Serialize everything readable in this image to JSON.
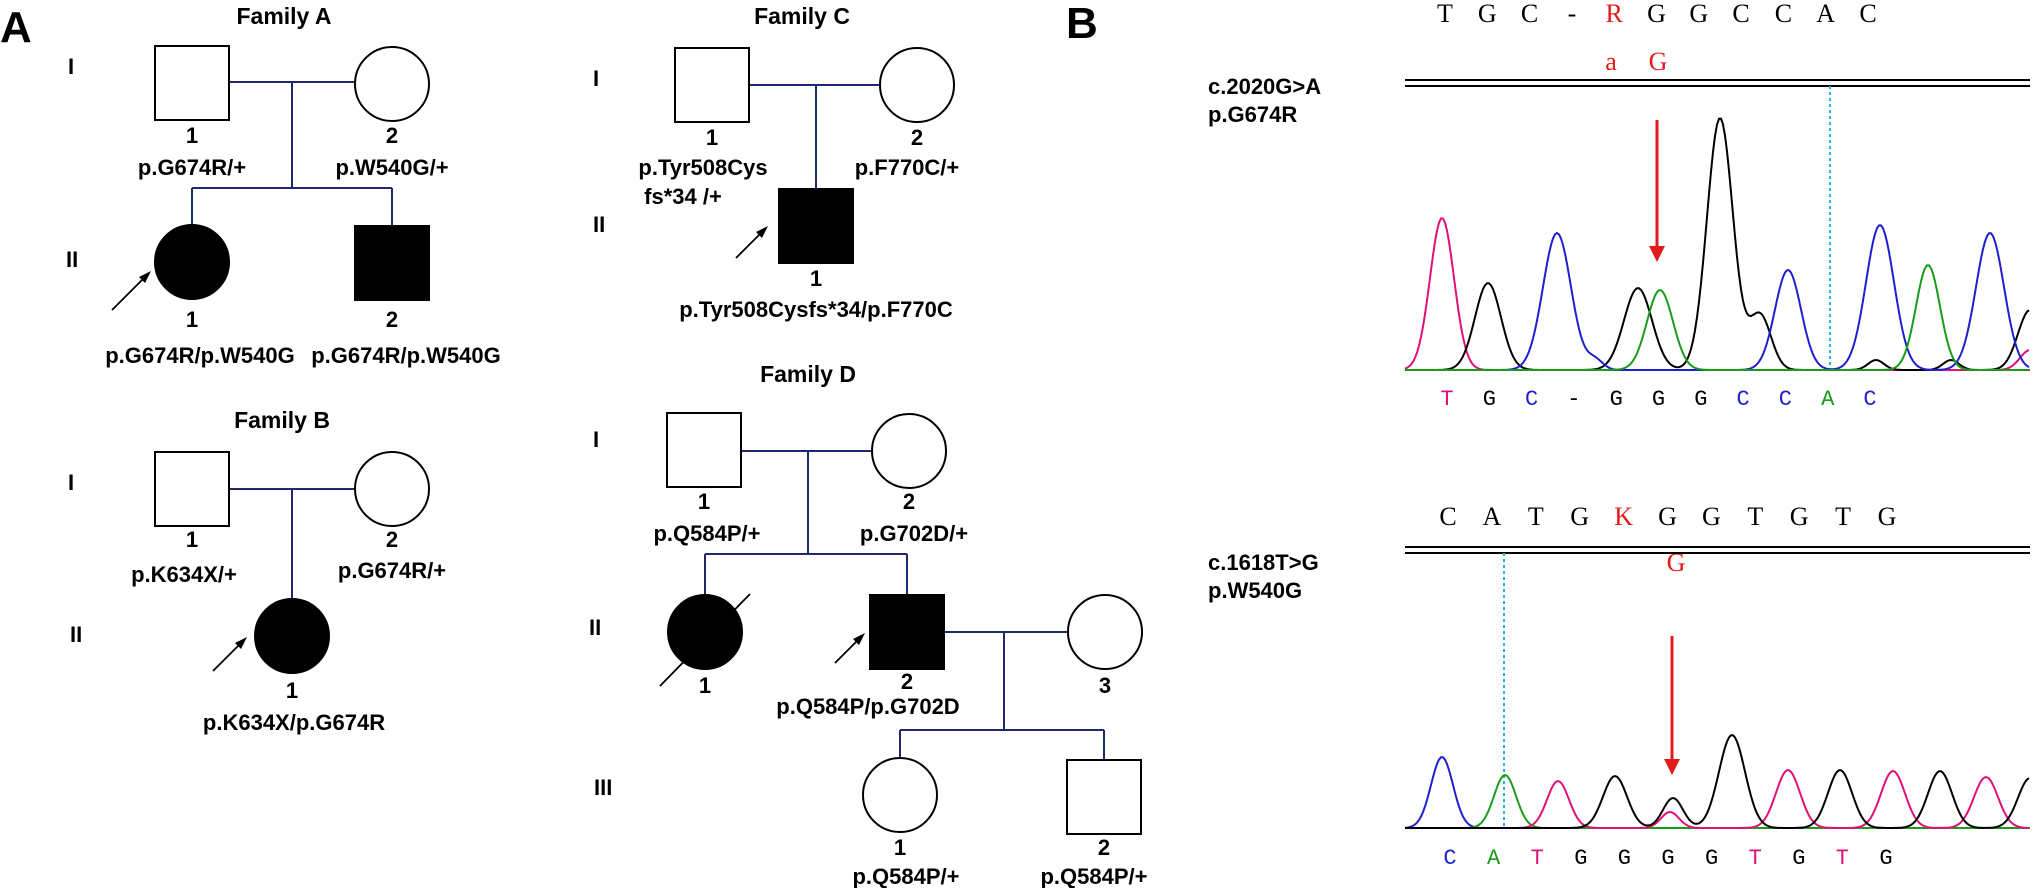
{
  "panels": {
    "a": "A",
    "b": "B"
  },
  "family_a": {
    "title": "Family A",
    "gen_i": "I",
    "gen_ii": "II",
    "i1_num": "1",
    "i1_geno": "p.G674R/+",
    "i2_num": "2",
    "i2_geno": "p.W540G/+",
    "ii1_num": "1",
    "ii1_geno": "p.G674R/p.W540G",
    "ii2_num": "2",
    "ii2_geno": "p.G674R/p.W540G"
  },
  "family_b": {
    "title": "Family B",
    "gen_i": "I",
    "gen_ii": "II",
    "i1_num": "1",
    "i1_geno": "p.K634X/+",
    "i2_num": "2",
    "i2_geno": "p.G674R/+",
    "ii1_num": "1",
    "ii1_geno": "p.K634X/p.G674R"
  },
  "family_c": {
    "title": "Family C",
    "gen_i": "I",
    "gen_ii": "II",
    "i1_num": "1",
    "i1_geno_line1": "p.Tyr508Cys",
    "i1_geno_line2": "fs*34 /+",
    "i2_num": "2",
    "i2_geno": "p.F770C/+",
    "ii1_num": "1",
    "ii1_geno": "p.Tyr508Cysfs*34/p.F770C"
  },
  "family_d": {
    "title": "Family D",
    "gen_i": "I",
    "gen_ii": "II",
    "gen_iii": "III",
    "i1_num": "1",
    "i1_geno": "p.Q584P/+",
    "i2_num": "2",
    "i2_geno": "p.G702D/+",
    "ii1_num": "1",
    "ii2_num": "2",
    "ii2_geno": "p.Q584P/p.G702D",
    "ii3_num": "3",
    "iii1_num": "1",
    "iii1_geno": "p.Q584P/+",
    "iii2_num": "2",
    "iii2_geno": "p.Q584P/+"
  },
  "chromatogram_1": {
    "mutation_line1": "c.2020G>A",
    "mutation_line2": "p.G674R",
    "top_seq": [
      "T",
      "G",
      "C",
      "-",
      "R",
      "G",
      "G",
      "C",
      "C",
      "A",
      "C"
    ],
    "mut_small": "a",
    "mut_large": "G",
    "bottom_seq": [
      "T",
      "G",
      "C",
      "-",
      "G",
      "G",
      "G",
      "C",
      "C",
      "A",
      "C"
    ]
  },
  "chromatogram_2": {
    "mutation_line1": "c.1618T>G",
    "mutation_line2": "p.W540G",
    "top_seq": [
      "C",
      "A",
      "T",
      "G",
      "K",
      "G",
      "G",
      "T",
      "G",
      "T",
      "G"
    ],
    "mut_large": "G",
    "bottom_seq": [
      "C",
      "A",
      "T",
      "G",
      "G",
      "G",
      "G",
      "T",
      "G",
      "T",
      "G"
    ]
  },
  "colors": {
    "line": "#1f2a6e",
    "A": "#1a9c1a",
    "C": "#1f1fd0",
    "G": "#000000",
    "T": "#e0107a",
    "mutation": "#e21a1a",
    "dotted": "#1fb8d8"
  }
}
